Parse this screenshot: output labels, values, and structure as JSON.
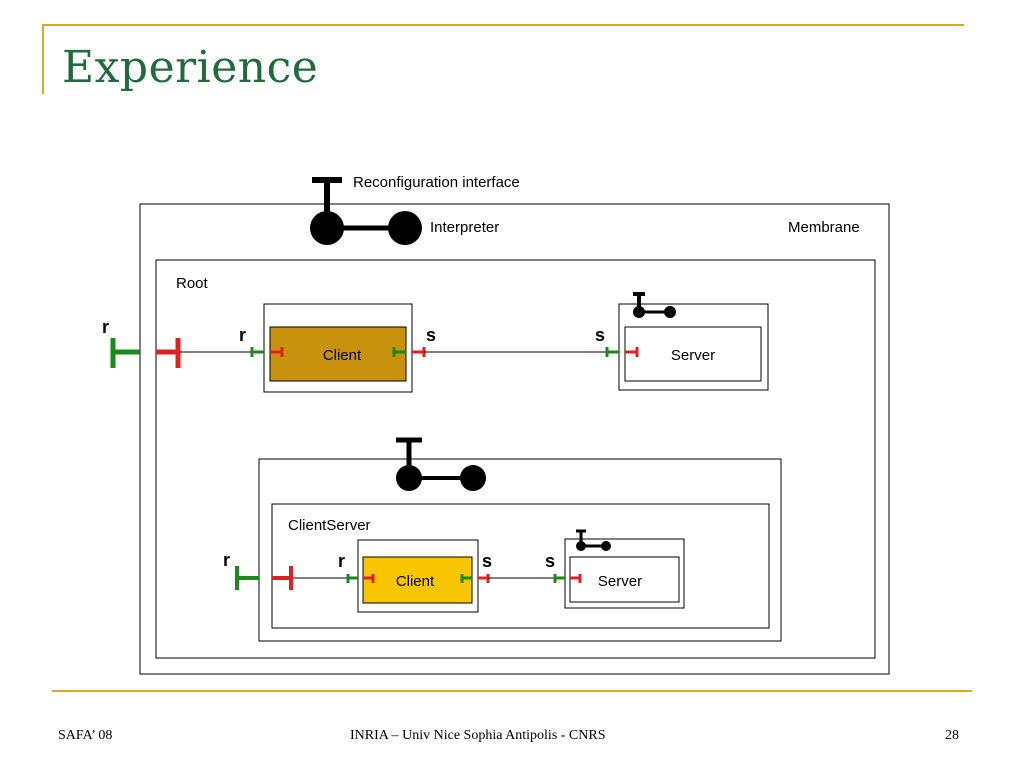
{
  "slide": {
    "title": "Experience"
  },
  "footer": {
    "left": "SAFA’ 08",
    "center": "INRIA – Univ Nice Sophia Antipolis - CNRS",
    "page": "28"
  },
  "diagram": {
    "reconfiguration_interface": "Reconfiguration interface",
    "interpreter": "Interpreter",
    "membrane": "Membrane",
    "root": {
      "label": "Root",
      "outer_port": "r",
      "client": {
        "label": "Client",
        "port_in": "r",
        "port_out": "s"
      },
      "server": {
        "label": "Server",
        "port_in": "s"
      }
    },
    "client_server": {
      "label": "ClientServer",
      "outer_port": "r",
      "client": {
        "label": "Client",
        "port_in": "r",
        "port_out": "s"
      },
      "server": {
        "label": "Server",
        "port_in": "s"
      }
    },
    "colors": {
      "root_client_fill": "#c8920e",
      "nested_client_fill": "#f8c600",
      "provided_port": "#1a8a1a",
      "required_port": "#e02020"
    }
  }
}
